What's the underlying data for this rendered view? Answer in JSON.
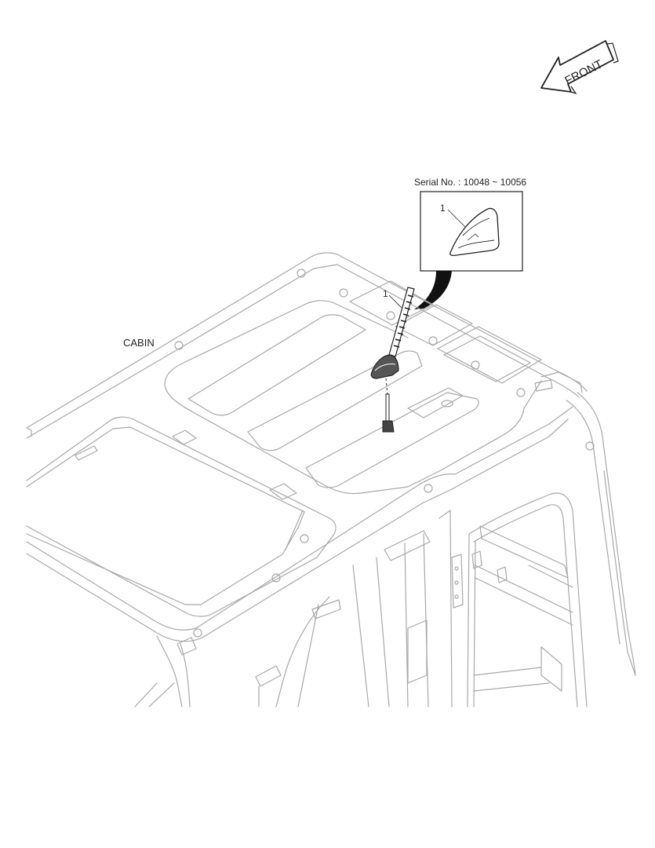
{
  "diagram": {
    "front_label": "FRONT",
    "serial_label": "Serial No. : 10048 ~ 10056",
    "cabin_label": "CABIN",
    "callout_inset": "1",
    "callout_main": "1"
  },
  "colors": {
    "line": "#a8a8a8",
    "dark": "#222222",
    "part": "#555555"
  }
}
